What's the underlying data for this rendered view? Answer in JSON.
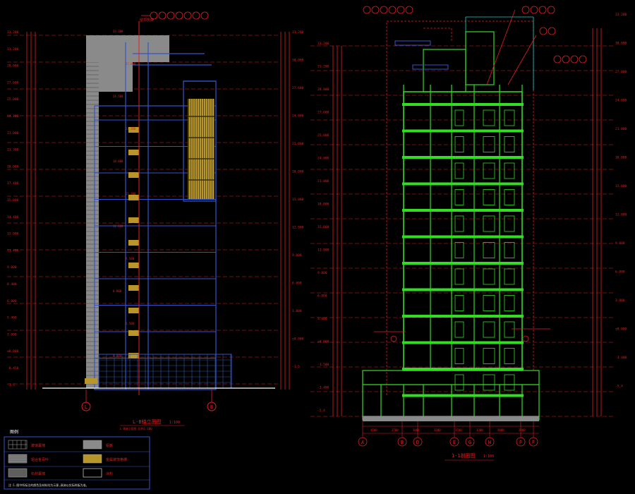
{
  "left_elevation": {
    "title": "L-B轴立面图",
    "scale": "1:100",
    "subtitle": "L-B轴立面图 比例1:100",
    "axis_bottom_left": "L",
    "axis_bottom_right": "B",
    "top_note": "屋顶构架",
    "level_labels": [
      "33.200",
      "31.200",
      "28.800",
      "27.600",
      "25.000",
      "24.200",
      "21.000",
      "21.300",
      "18.000",
      "17.400",
      "15.000",
      "14.400",
      "12.000",
      "11.400",
      "9.000",
      "8.400",
      "6.000",
      "5.400",
      "3.000",
      "±0.000",
      "-0.450",
      "-1.5"
    ],
    "mid_labels": [
      "33.200",
      "27.600",
      "24.500",
      "21.300",
      "18.800",
      "15.300",
      "12.200",
      "9.500",
      "6.000",
      "3.500",
      "0.000"
    ],
    "right_levels": [
      "33.200",
      "30.000",
      "27.600",
      "24.000",
      "21.000",
      "18.000",
      "15.000",
      "12.000",
      "9.000",
      "6.000",
      "3.000",
      "±0.000",
      "-1.5"
    ]
  },
  "right_section": {
    "title": "1-1剖面图",
    "scale": "1:100",
    "axes": [
      "A",
      "B",
      "D",
      "E",
      "G",
      "H",
      "F",
      "F"
    ],
    "levels_left": [
      "33.200",
      "31.200",
      "28.800",
      "27.600",
      "25.000",
      "24.000",
      "21.000",
      "18.000",
      "15.000",
      "12.000",
      "9.000",
      "6.000",
      "3.000",
      "±0.000",
      "-1.500",
      "-3.400",
      "-5.4"
    ],
    "levels_right": [
      "33.200",
      "30.000",
      "27.000",
      "24.000",
      "21.000",
      "18.000",
      "15.000",
      "12.000",
      "9.000",
      "6.000",
      "3.000",
      "±0.000",
      "-3.400",
      "-5.4"
    ],
    "bottom_dims": [
      "4500",
      "2700",
      "3000",
      "3300",
      "3700",
      "3300",
      "3000",
      "2900"
    ]
  },
  "legend": {
    "title": "图例",
    "items": [
      {
        "label": "玻璃幕墙",
        "swatch": "grid"
      },
      {
        "label": "铝板",
        "swatch": "gray"
      },
      {
        "label": "铝合金百叶",
        "swatch": "hatch"
      },
      {
        "label": "金属装饰格栅",
        "swatch": "gold"
      },
      {
        "label": "石材幕墙",
        "swatch": "darkgray"
      },
      {
        "label": "涂料",
        "swatch": "black"
      }
    ],
    "note": "注:1.图中所标注的颜色及材料均为示意,具体以实际样板为准。"
  },
  "colors": {
    "background": "#000000",
    "dim_red": "#e02020",
    "green": "#33dd22",
    "blue": "#3355cc",
    "gray": "#8a8a8a",
    "gold": "#b8962a",
    "white": "#ffffff",
    "cyan": "#22cccc"
  }
}
